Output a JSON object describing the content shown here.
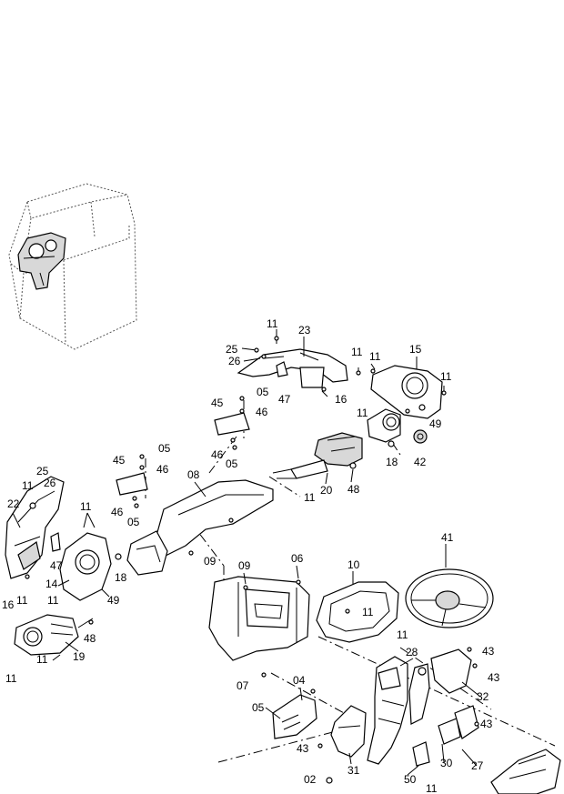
{
  "diagram": {
    "callouts": [
      {
        "id": "c-11-top",
        "text": "11"
      },
      {
        "id": "c-23",
        "text": "23"
      },
      {
        "id": "c-25-top",
        "text": "25"
      },
      {
        "id": "c-26-top",
        "text": "26"
      },
      {
        "id": "c-11-b",
        "text": "11"
      },
      {
        "id": "c-11-c",
        "text": "11"
      },
      {
        "id": "c-15",
        "text": "15"
      },
      {
        "id": "c-11-d",
        "text": "11"
      },
      {
        "id": "c-47-top",
        "text": "47"
      },
      {
        "id": "c-16-top",
        "text": "16"
      },
      {
        "id": "c-05-a",
        "text": "05"
      },
      {
        "id": "c-45-a",
        "text": "45"
      },
      {
        "id": "c-46-a",
        "text": "46"
      },
      {
        "id": "c-11-e",
        "text": "11"
      },
      {
        "id": "c-49-a",
        "text": "49"
      },
      {
        "id": "c-46-b",
        "text": "46"
      },
      {
        "id": "c-05-b",
        "text": "05"
      },
      {
        "id": "c-18-a",
        "text": "18"
      },
      {
        "id": "c-42",
        "text": "42"
      },
      {
        "id": "c-05-c",
        "text": "05"
      },
      {
        "id": "c-45-b",
        "text": "45"
      },
      {
        "id": "c-46-c",
        "text": "46"
      },
      {
        "id": "c-08",
        "text": "08"
      },
      {
        "id": "c-25-l",
        "text": "25"
      },
      {
        "id": "c-26-l",
        "text": "26"
      },
      {
        "id": "c-20",
        "text": "20"
      },
      {
        "id": "c-48-a",
        "text": "48"
      },
      {
        "id": "c-11-f",
        "text": "11"
      },
      {
        "id": "c-11-g",
        "text": "11"
      },
      {
        "id": "c-22",
        "text": "22"
      },
      {
        "id": "c-46-d",
        "text": "46"
      },
      {
        "id": "c-05-d",
        "text": "05"
      },
      {
        "id": "c-11-h",
        "text": "11"
      },
      {
        "id": "c-41",
        "text": "41"
      },
      {
        "id": "c-47-l",
        "text": "47"
      },
      {
        "id": "c-18-b",
        "text": "18"
      },
      {
        "id": "c-09-a",
        "text": "09"
      },
      {
        "id": "c-06",
        "text": "06"
      },
      {
        "id": "c-10",
        "text": "10"
      },
      {
        "id": "c-09-b",
        "text": "09"
      },
      {
        "id": "c-14",
        "text": "14"
      },
      {
        "id": "c-16-l",
        "text": "16"
      },
      {
        "id": "c-11-i",
        "text": "11"
      },
      {
        "id": "c-11-j",
        "text": "11"
      },
      {
        "id": "c-49-b",
        "text": "49"
      },
      {
        "id": "c-11-k",
        "text": "11"
      },
      {
        "id": "c-48-b",
        "text": "48"
      },
      {
        "id": "c-11-l",
        "text": "11"
      },
      {
        "id": "c-19",
        "text": "19"
      },
      {
        "id": "c-11-m",
        "text": "11"
      },
      {
        "id": "c-28",
        "text": "28"
      },
      {
        "id": "c-43-a",
        "text": "43"
      },
      {
        "id": "c-11-n",
        "text": "11"
      },
      {
        "id": "c-43-b",
        "text": "43"
      },
      {
        "id": "c-07",
        "text": "07"
      },
      {
        "id": "c-04",
        "text": "04"
      },
      {
        "id": "c-32",
        "text": "32"
      },
      {
        "id": "c-05-e",
        "text": "05"
      },
      {
        "id": "c-43-c",
        "text": "43"
      },
      {
        "id": "c-43-d",
        "text": "43"
      },
      {
        "id": "c-27",
        "text": "27"
      },
      {
        "id": "c-30",
        "text": "30"
      },
      {
        "id": "c-31",
        "text": "31"
      },
      {
        "id": "c-02",
        "text": "02"
      },
      {
        "id": "c-50",
        "text": "50"
      },
      {
        "id": "c-11-o",
        "text": "11"
      }
    ]
  }
}
